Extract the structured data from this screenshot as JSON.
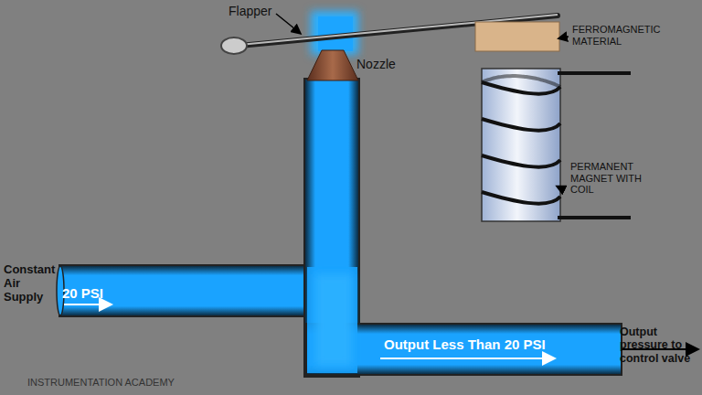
{
  "diagram": {
    "labels": [
      "Flapper",
      "Nozzle",
      "FERROMAGNETIC MATERIAL",
      "PERMANENT MAGNET WITH COIL",
      "Constant Air Supply",
      "20 PSI",
      "Output Less Than 20 PSI",
      "Output pressure to control valve",
      "INSTRUMENTATION ACADEMY"
    ]
  }
}
